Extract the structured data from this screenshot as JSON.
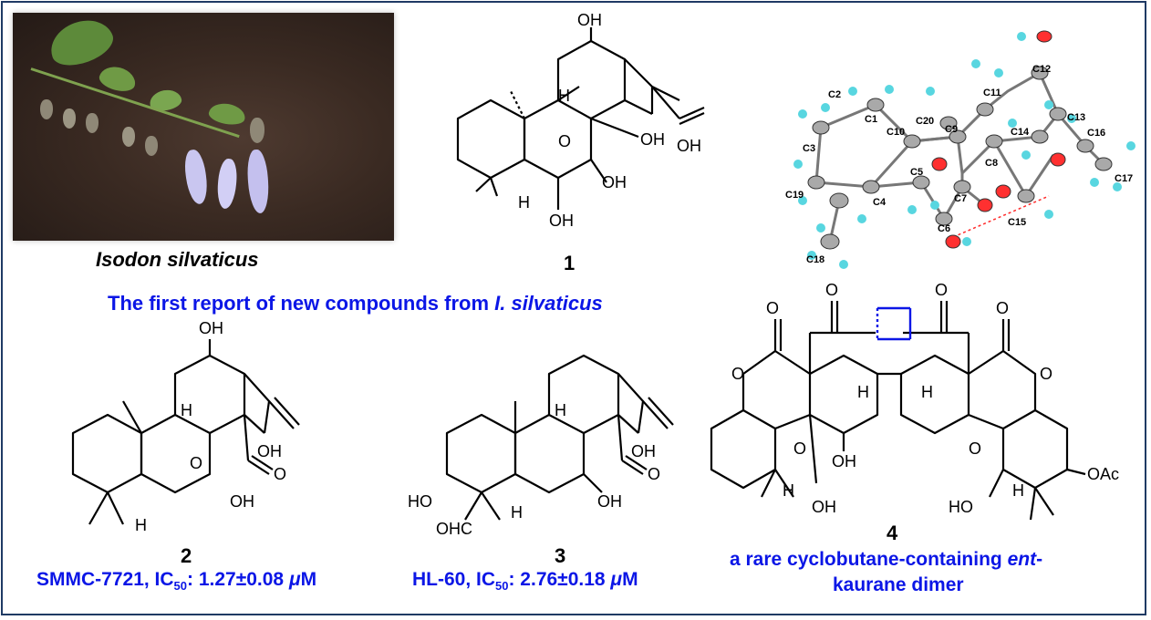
{
  "frame_color": "#1f3a64",
  "accent_color": "#0b16e6",
  "photo": {
    "caption": "Isodon silvaticus"
  },
  "compound_labels": {
    "c1": "1",
    "c2": "2",
    "c3": "3",
    "c4": "4"
  },
  "headline": {
    "prefix": "The first report of new compounds from ",
    "species": "I. silvaticus"
  },
  "activity_2": {
    "cell": "SMMC-7721, IC",
    "sub": "50",
    "value": ":  1.27±0.08 ",
    "unit_mu": "μ",
    "unit_m": "M"
  },
  "activity_3": {
    "cell": "HL-60, IC",
    "sub": "50",
    "value": ":  2.76±0.18 ",
    "unit_mu": "μ",
    "unit_m": "M"
  },
  "dimer_note": {
    "line1_prefix": "a rare cyclobutane-containing ",
    "line1_ital": "ent",
    "line1_suffix": "-",
    "line2": "kaurane dimer"
  },
  "groups": {
    "oh": "OH",
    "ho": "HO",
    "h": "H",
    "o": "O",
    "ohc": "OHC",
    "oac": "OAc"
  },
  "crystal_atoms": [
    "C1",
    "C2",
    "C3",
    "C4",
    "C5",
    "C6",
    "C7",
    "C8",
    "C9",
    "C10",
    "C11",
    "C12",
    "C13",
    "C14",
    "C15",
    "C16",
    "C17",
    "C18",
    "C19",
    "C20"
  ]
}
